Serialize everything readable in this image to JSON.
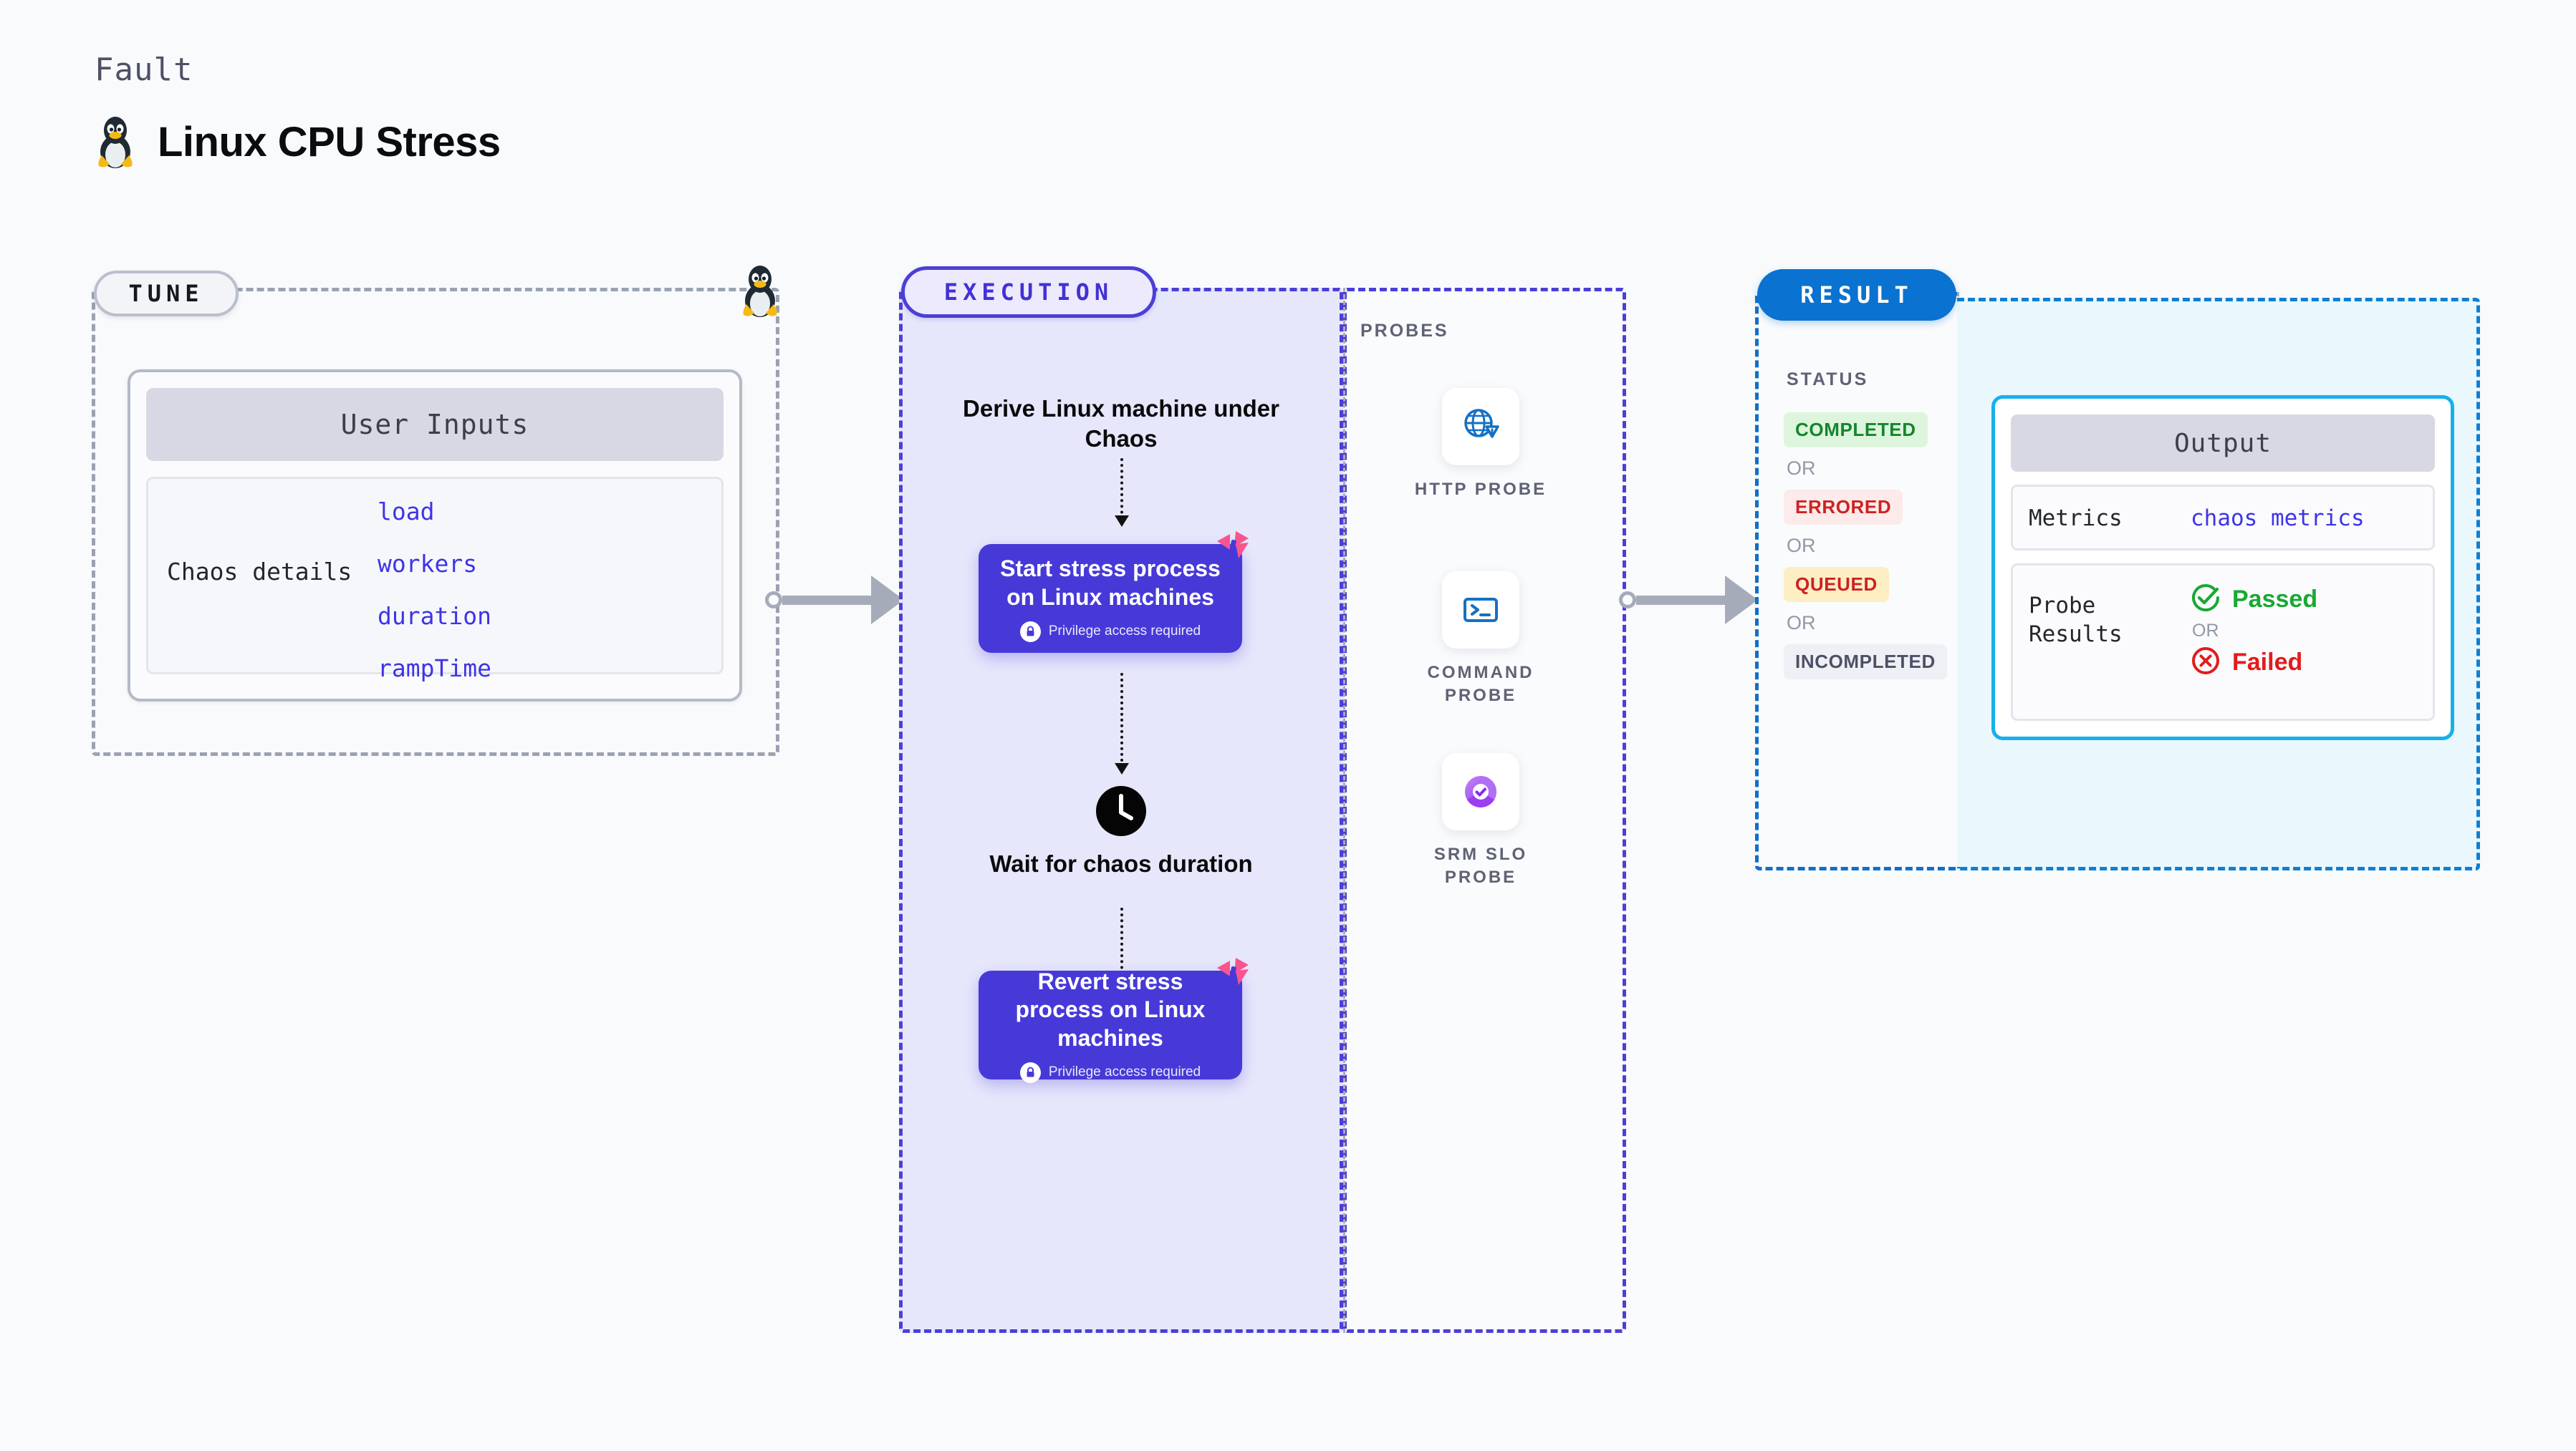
{
  "header": {
    "kicker": "Fault",
    "title": "Linux CPU Stress",
    "icon": "linux-penguin-icon"
  },
  "tune": {
    "chip_label": "TUNE",
    "icon": "linux-penguin-icon",
    "card": {
      "head": "User Inputs",
      "row_label": "Chaos details",
      "params": [
        "load",
        "workers",
        "duration",
        "rampTime"
      ]
    }
  },
  "execution": {
    "chip_label": "EXECUTION",
    "derive_step": "Derive Linux machine under Chaos",
    "start_step": {
      "title": "Start stress process on Linux machines",
      "privilege": "Privilege access required",
      "badge_icon": "harness-logo-icon",
      "lock_icon": "lock-icon"
    },
    "wait_step": {
      "icon": "clock-icon",
      "label": "Wait for chaos duration"
    },
    "revert_step": {
      "title": "Revert stress process on Linux machines",
      "privilege": "Privilege access required",
      "badge_icon": "harness-logo-icon",
      "lock_icon": "lock-icon"
    }
  },
  "probes": {
    "title": "PROBES",
    "items": [
      {
        "label": "HTTP PROBE",
        "icon": "globe-warning-icon"
      },
      {
        "label": "COMMAND PROBE",
        "icon": "terminal-icon"
      },
      {
        "label": "SRM SLO PROBE",
        "icon": "srm-slo-donut-check-icon"
      }
    ]
  },
  "result": {
    "chip_label": "RESULT",
    "status_title": "STATUS",
    "or_label": "OR",
    "statuses": [
      {
        "label": "COMPLETED",
        "bg": "#ddf5dc",
        "fg": "#14862c"
      },
      {
        "label": "ERRORED",
        "bg": "#fdeaea",
        "fg": "#cc2222"
      },
      {
        "label": "QUEUED",
        "bg": "#fdeec4",
        "fg": "#cc2222"
      },
      {
        "label": "INCOMPLETED",
        "bg": "#eff0f5",
        "fg": "#4d5166"
      }
    ],
    "output": {
      "head": "Output",
      "metrics_label": "Metrics",
      "metrics_value": "chaos metrics",
      "probe_results_label": "Probe\nResults",
      "passed_label": "Passed",
      "failed_label": "Failed",
      "or_label": "OR",
      "passed_icon": "check-circle-icon",
      "failed_icon": "x-circle-icon"
    }
  },
  "colors": {
    "background": "#f9fafc",
    "tune_border": "#9aa2b1",
    "execution_accent": "#4b3fd6",
    "execution_fill": "#e7e7fb",
    "step_box": "#4739d8",
    "result_accent": "#0a72d0",
    "output_border": "#18b0ec",
    "output_fill": "#eaf8fe",
    "param_text": "#3d34e8",
    "harness_pink": "#f9548f",
    "passed_green": "#1aa832",
    "failed_red": "#e31b1b"
  }
}
